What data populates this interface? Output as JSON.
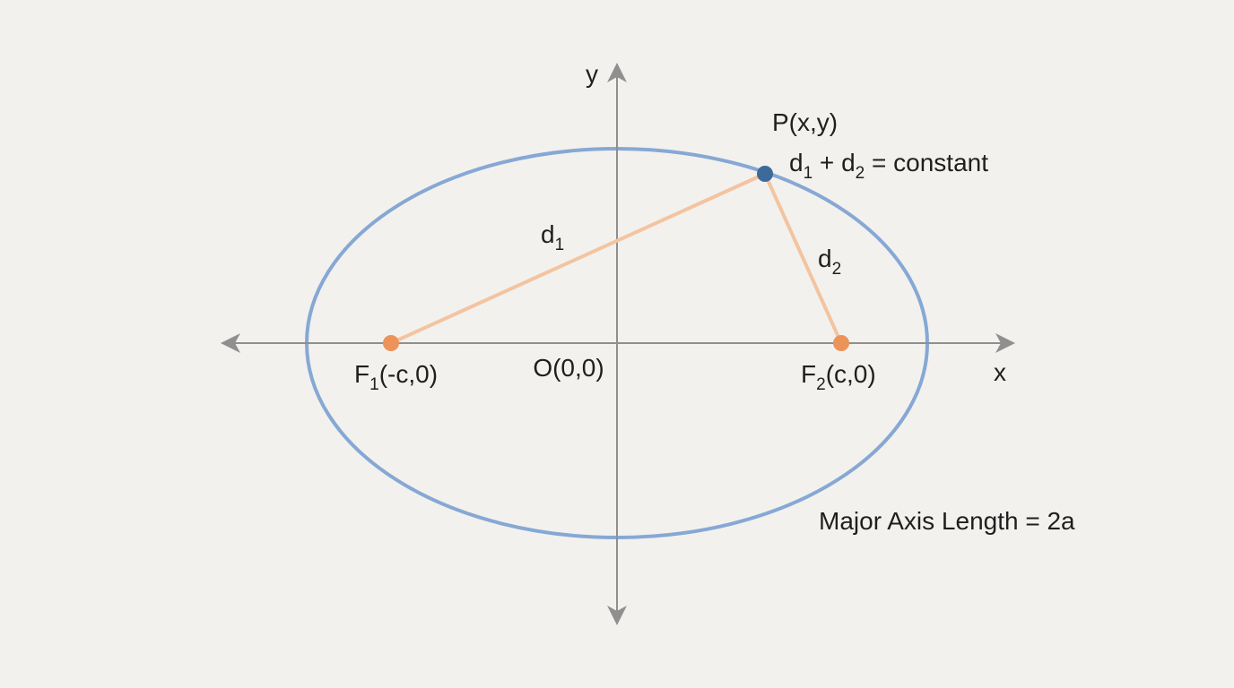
{
  "colors": {
    "background": "#f3f1ee",
    "axis": "#8f8f8f",
    "ellipse": "#86a8d4",
    "segment": "#f3c4a0",
    "focus_point": "#ec935a",
    "moving_point": "#3e6a99",
    "text": "#1f1f1f"
  },
  "axes": {
    "x_label": "x",
    "y_label": "y"
  },
  "origin": {
    "label": "O(0,0)"
  },
  "focus1": {
    "prefix": "F",
    "sub": "1",
    "suffix": "(-c,0)"
  },
  "focus2": {
    "prefix": "F",
    "sub": "2",
    "suffix": "(c,0)"
  },
  "point": {
    "label": "P(x,y)"
  },
  "d1": {
    "letter": "d",
    "sub": "1"
  },
  "d2": {
    "letter": "d",
    "sub": "2"
  },
  "sum_equation": {
    "a_letter": "d",
    "a_sub": "1",
    "op": " + ",
    "b_letter": "d",
    "b_sub": "2",
    "rest": " = constant"
  },
  "major_axis_label": "Major Axis Length = 2a"
}
